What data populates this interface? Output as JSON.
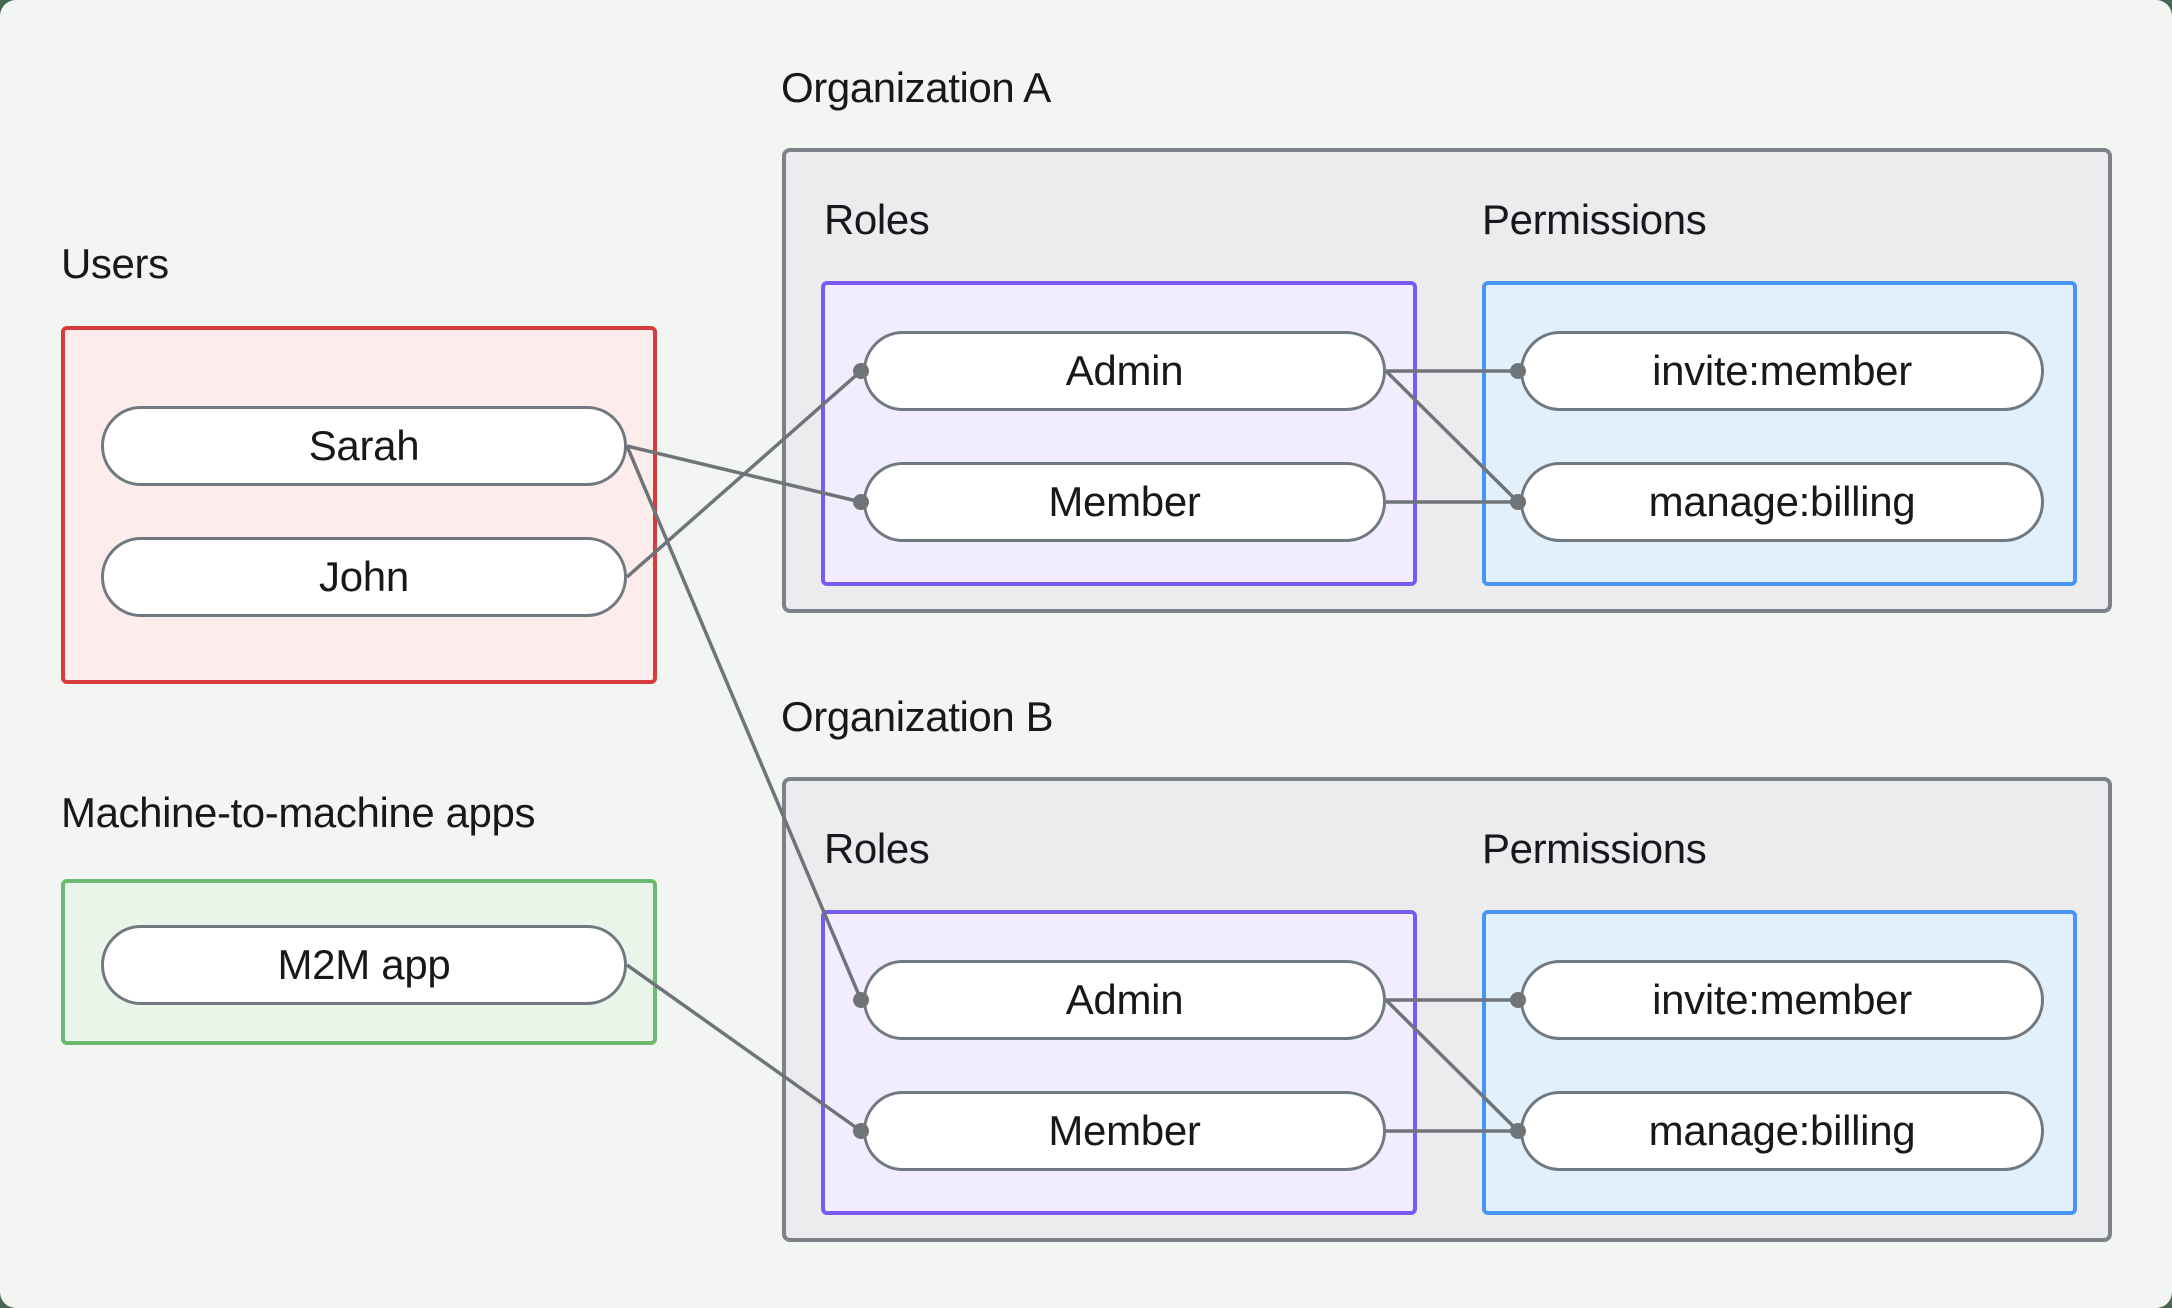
{
  "palette": {
    "outside_bg": "#466752",
    "panel_bg": "#f3f5f3",
    "text": "#16181c",
    "line": "#6f7478",
    "pill_border": "#717980",
    "pill_fill": "#ffffff",
    "org_border": "#7c8288",
    "org_fill": "#ececee",
    "users_border": "#d83b3b",
    "users_fill": "#fcecec",
    "m2m_border": "#6cb96f",
    "m2m_fill": "#e9f5e9",
    "roles_border": "#7a5af5",
    "roles_fill": "#f2edfe",
    "permissions_border": "#4895f5",
    "permissions_fill": "#e2f0fc"
  },
  "users": {
    "title": "Users",
    "members": {
      "sarah": "Sarah",
      "john": "John"
    }
  },
  "m2m": {
    "title": "Machine-to-machine apps",
    "apps": {
      "m2m_app": "M2M app"
    }
  },
  "org_a": {
    "title": "Organization A",
    "roles_label": "Roles",
    "permissions_label": "Permissions",
    "roles": {
      "admin": "Admin",
      "member": "Member"
    },
    "permissions": {
      "invite": "invite:member",
      "manage": "manage:billing"
    }
  },
  "org_b": {
    "title": "Organization B",
    "roles_label": "Roles",
    "permissions_label": "Permissions",
    "roles": {
      "admin": "Admin",
      "member": "Member"
    },
    "permissions": {
      "invite": "invite:member",
      "manage": "manage:billing"
    }
  },
  "edges": [
    {
      "from": "sarah",
      "to": "orga_member"
    },
    {
      "from": "john",
      "to": "orga_admin"
    },
    {
      "from": "sarah",
      "to": "orgb_admin"
    },
    {
      "from": "m2m_app",
      "to": "orgb_member"
    },
    {
      "from": "orga_admin",
      "to": "orga_invite"
    },
    {
      "from": "orga_admin",
      "to": "orga_manage"
    },
    {
      "from": "orga_member",
      "to": "orga_manage"
    },
    {
      "from": "orgb_admin",
      "to": "orgb_invite"
    },
    {
      "from": "orgb_admin",
      "to": "orgb_manage"
    },
    {
      "from": "orgb_member",
      "to": "orgb_manage"
    }
  ],
  "edge_style": {
    "stroke_width": 3.5,
    "dot_radius": 8
  }
}
